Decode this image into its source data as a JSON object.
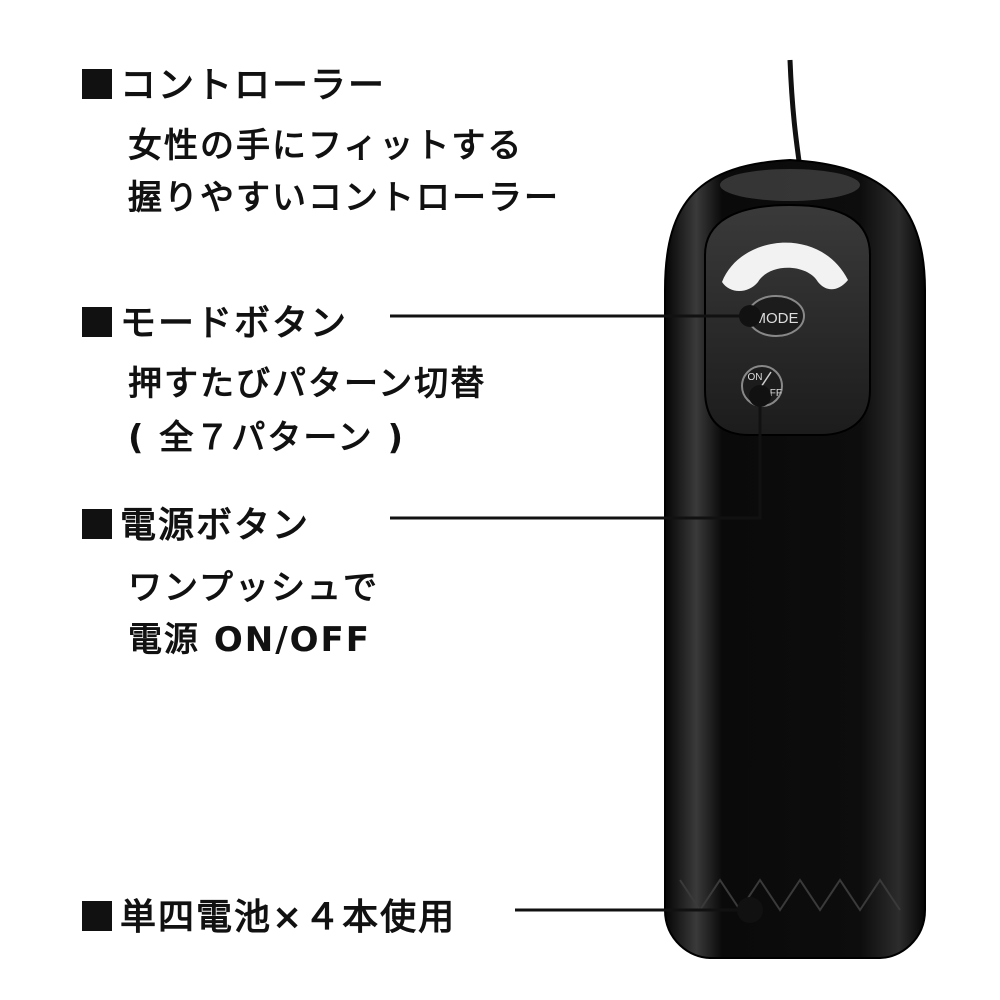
{
  "sections": {
    "controller": {
      "heading": "コントローラー",
      "line1": "女性の手にフィットする",
      "line2": "握りやすいコントローラー"
    },
    "mode": {
      "heading": "モードボタン",
      "line1": "押すたびパターン切替",
      "line2": "( 全７パターン )"
    },
    "power": {
      "heading": "電源ボタン",
      "line1": "ワンプッシュで",
      "line2": "電源 ON/OFF"
    },
    "battery": {
      "heading": "単四電池×４本使用"
    }
  },
  "device": {
    "mode_label": "MODE",
    "on_label": "ON",
    "off_label": "OFF",
    "colors": {
      "body": "#0b0b0b",
      "panel": "#2a2a2a",
      "arc": "#f2f2f2"
    }
  }
}
